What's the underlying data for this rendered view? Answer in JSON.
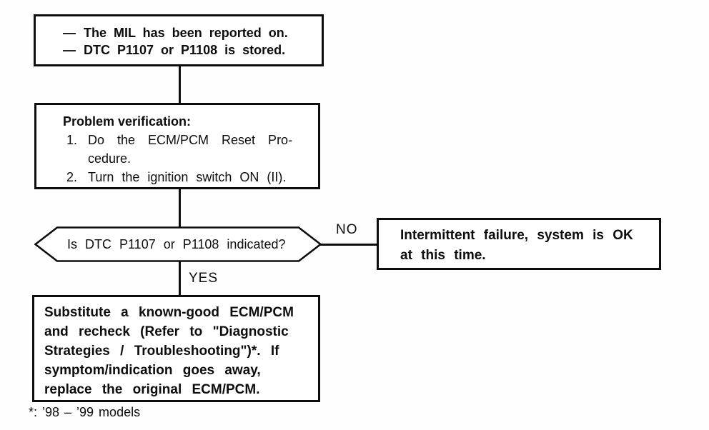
{
  "colors": {
    "ink": "#0d0d0d",
    "paper": "#ffffff"
  },
  "flowchart": {
    "start_box": {
      "lines": [
        {
          "bullet": "—",
          "text": "The MIL has been reported on."
        },
        {
          "bullet": "—",
          "text": "DTC P1107 or P1108 is stored."
        }
      ]
    },
    "verification_box": {
      "title": "Problem verification:",
      "steps": [
        {
          "num": "1.",
          "lines": [
            "Do the ECM/PCM Reset Pro-",
            "cedure."
          ]
        },
        {
          "num": "2.",
          "lines": [
            "Turn the ignition switch ON (II)."
          ]
        }
      ]
    },
    "decision": {
      "question": "Is DTC P1107 or P1108 indicated?",
      "no_label": "NO",
      "yes_label": "YES"
    },
    "intermittent_box": {
      "lines": [
        "Intermittent failure, system is OK",
        "at this time."
      ]
    },
    "substitute_box": {
      "lines": [
        "Substitute a known-good ECM/PCM",
        "and recheck (Refer to \"Diagnostic",
        "Strategies / Troubleshooting\")*. If",
        "symptom/indication goes away,",
        "replace the original ECM/PCM."
      ]
    },
    "footnote": "*: ’98 – ’99 models"
  }
}
